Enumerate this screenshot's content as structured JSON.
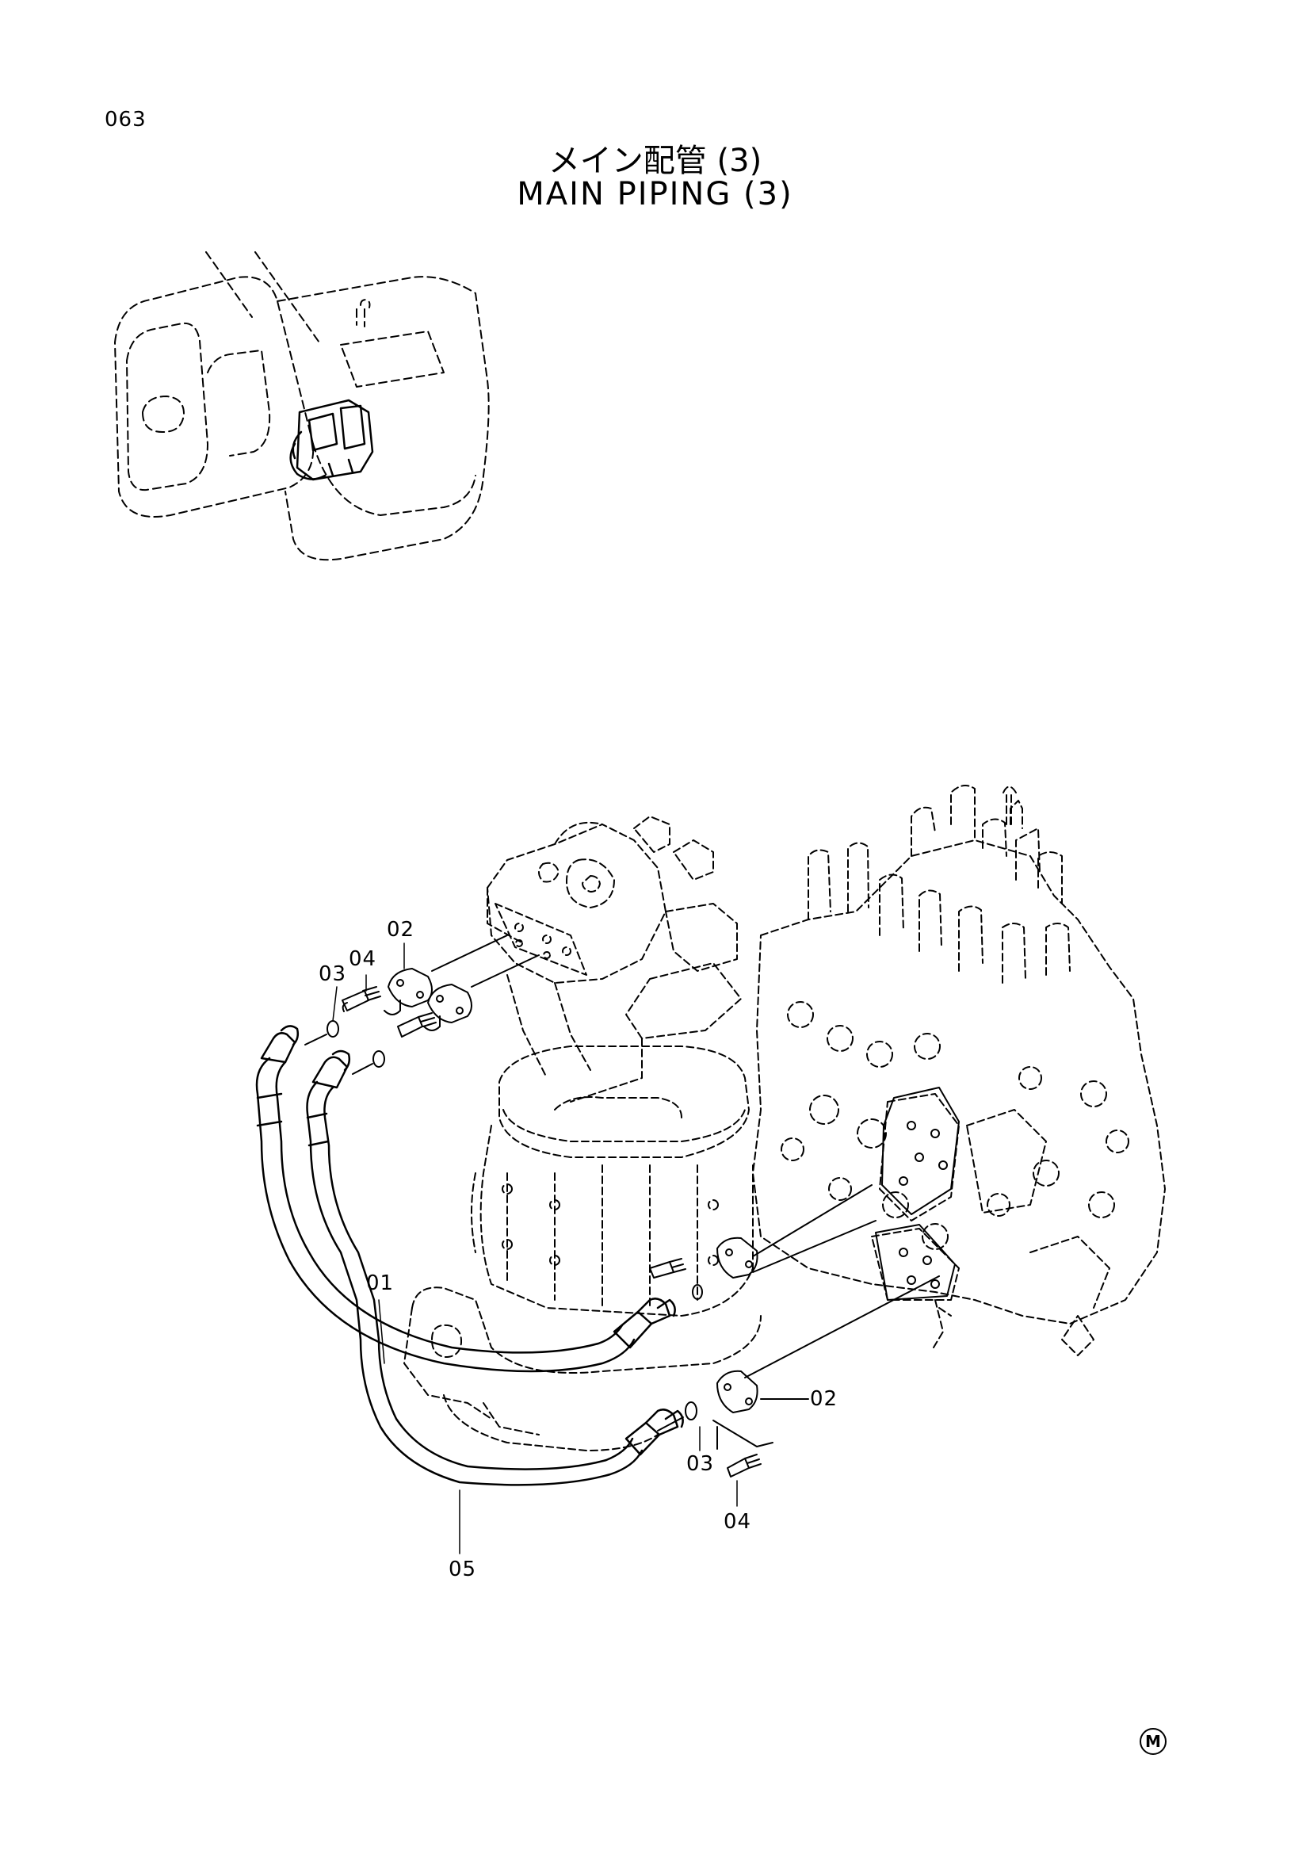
{
  "page_number": "063",
  "title_jp": "メイン配管 (3)",
  "title_en": "MAIN PIPING (3)",
  "callouts": [
    {
      "id": "01",
      "label": "01"
    },
    {
      "id": "02a",
      "label": "02"
    },
    {
      "id": "02b",
      "label": "02"
    },
    {
      "id": "03a",
      "label": "03"
    },
    {
      "id": "03b",
      "label": "03"
    },
    {
      "id": "04a",
      "label": "04"
    },
    {
      "id": "04b",
      "label": "04"
    },
    {
      "id": "05",
      "label": "05"
    }
  ],
  "mark_symbol": "M"
}
